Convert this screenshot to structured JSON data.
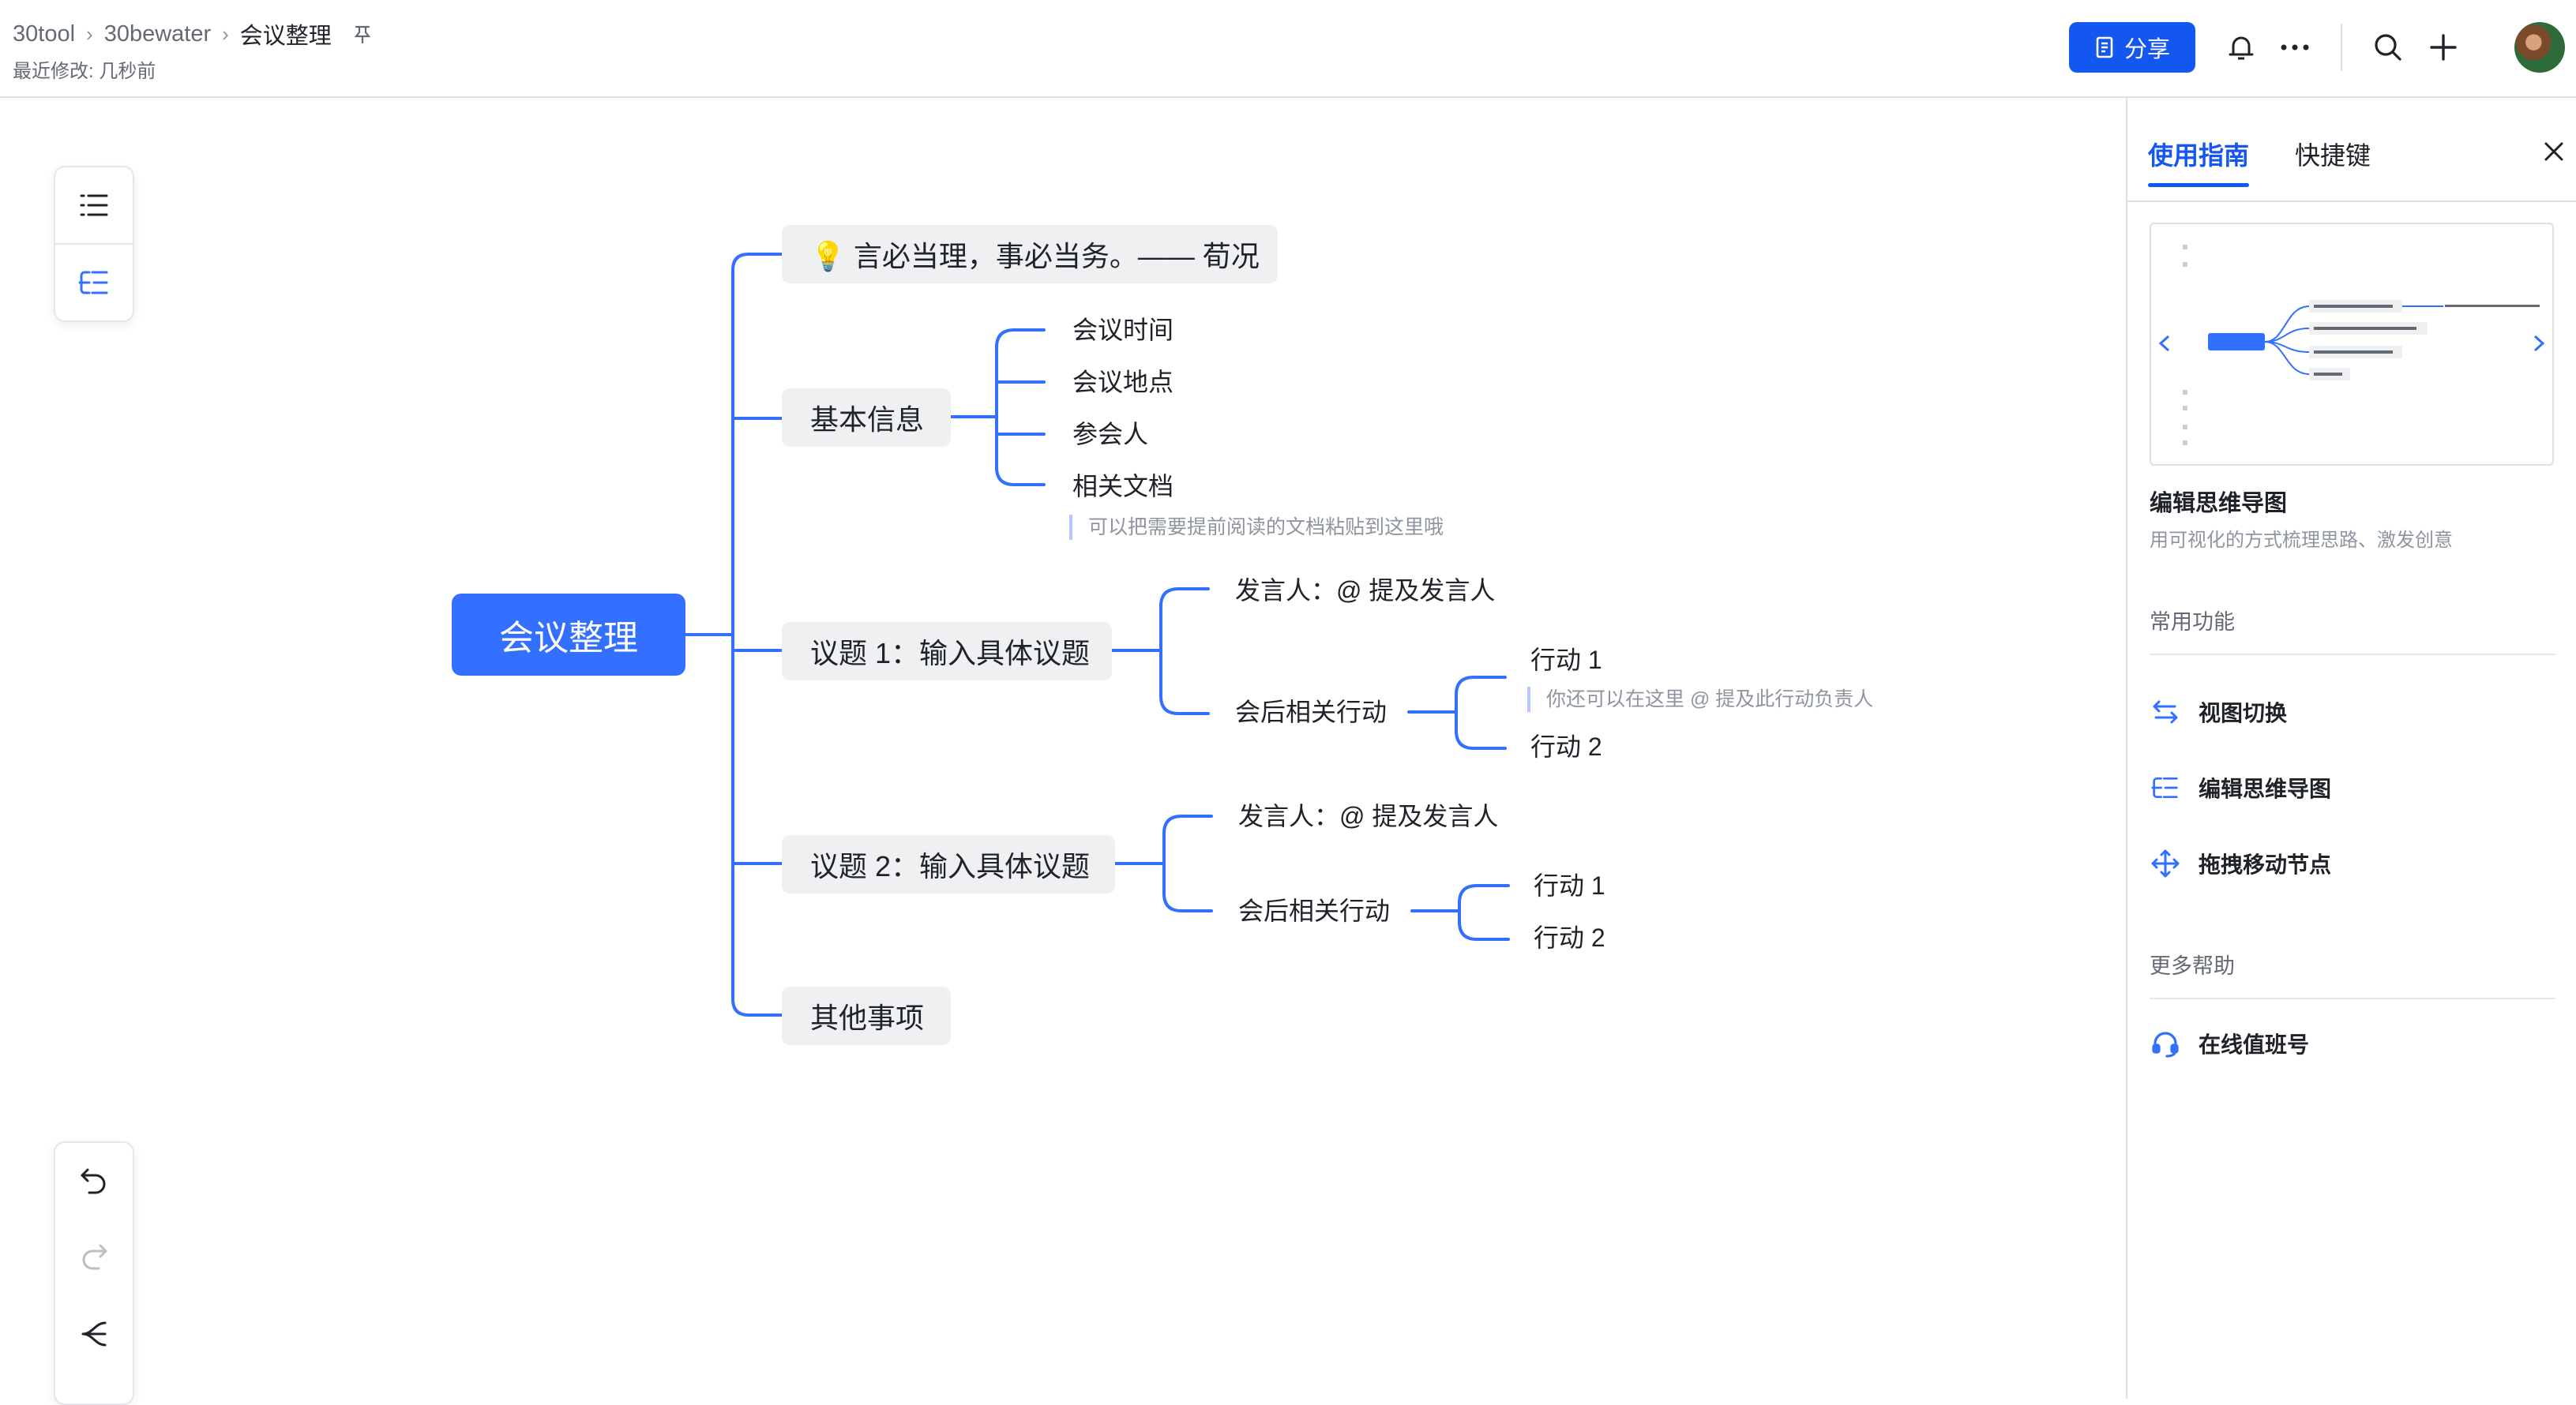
{
  "header": {
    "breadcrumb": [
      "30tool",
      "30bewater",
      "会议整理"
    ],
    "last_modified": "最近修改: 几秒前",
    "share_label": "分享"
  },
  "colors": {
    "accent": "#1456f0",
    "root_node": "#3370ff",
    "branch_line": "#3370ff",
    "node_bg": "#eff0f1"
  },
  "mindmap": {
    "root": "会议整理",
    "quote": "💡 言必当理，事必当务。—— 荀况",
    "basic": {
      "label": "基本信息",
      "children": [
        "会议时间",
        "会议地点",
        "参会人",
        "相关文档"
      ],
      "note": "可以把需要提前阅读的文档粘贴到这里哦"
    },
    "topic1": {
      "label": "议题 1：输入具体议题",
      "speaker": "发言人：@ 提及发言人",
      "actions_label": "会后相关行动",
      "actions": [
        "行动 1",
        "行动 2"
      ],
      "note": "你还可以在这里 @ 提及此行动负责人"
    },
    "topic2": {
      "label": "议题 2：输入具体议题",
      "speaker": "发言人：@ 提及发言人",
      "actions_label": "会后相关行动",
      "actions": [
        "行动 1",
        "行动 2"
      ]
    },
    "other": "其他事项"
  },
  "panel": {
    "tabs": [
      "使用指南",
      "快捷键"
    ],
    "guide_title": "编辑思维导图",
    "guide_desc": "用可视化的方式梳理思路、激发创意",
    "common_title": "常用功能",
    "features": [
      "视图切换",
      "编辑思维导图",
      "拖拽移动节点"
    ],
    "more_title": "更多帮助",
    "help_items": [
      "在线值班号"
    ]
  }
}
